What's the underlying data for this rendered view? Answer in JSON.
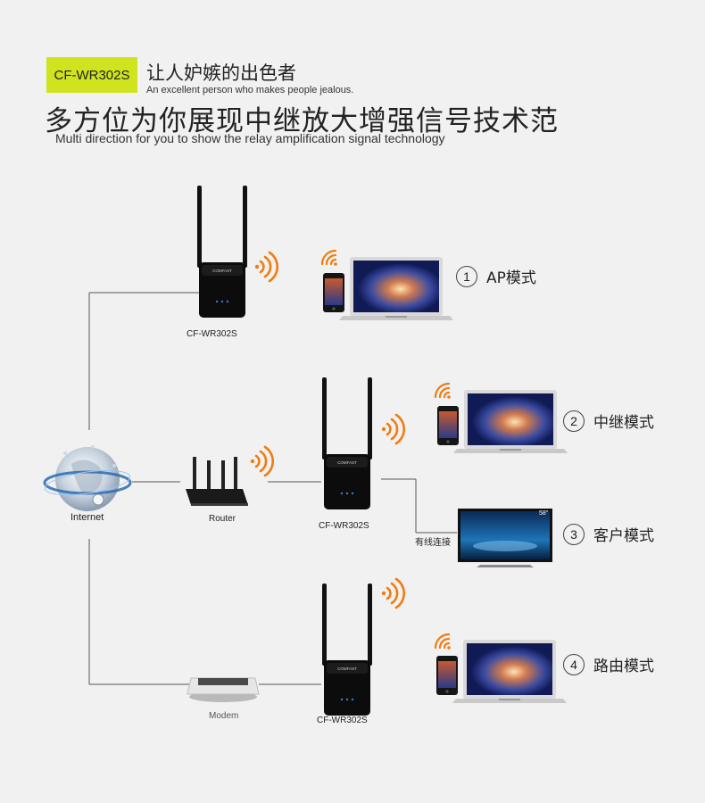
{
  "header": {
    "badge": "CF-WR302S",
    "slogan_cn": "让人妒嫉的出色者",
    "slogan_en": "An excellent person who makes people jealous.",
    "title_cn": "多方位为你展现中继放大增强信号技术范",
    "title_en": "Multi direction for you to show the relay amplification signal technology"
  },
  "devices": {
    "internet": "Internet",
    "router": "Router",
    "modem": "Modem",
    "repeater": "CF-WR302S",
    "brand": "COMFAST"
  },
  "wired_label": "有线连接",
  "tv_badge": "58\"",
  "modes": [
    {
      "num": "①",
      "text": "AP模式"
    },
    {
      "num": "②",
      "text": "中继模式"
    },
    {
      "num": "③",
      "text": "客户模式"
    },
    {
      "num": "④",
      "text": "路由模式"
    }
  ],
  "colors": {
    "badge": "#cfe41e",
    "wifi": "#f07c12",
    "line": "#555555",
    "device": "#111111"
  }
}
